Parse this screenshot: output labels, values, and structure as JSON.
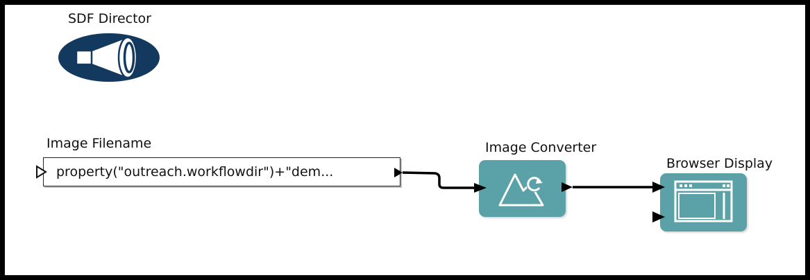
{
  "director": {
    "label": "SDF Director",
    "icon": "megaphone-icon",
    "color": "#13395e"
  },
  "actors": {
    "image_filename": {
      "label": "Image Filename",
      "expression": "property(\"outreach.workflowdir\")+\"dem..."
    },
    "image_converter": {
      "label": "Image Converter",
      "icon": "image-convert-icon"
    },
    "browser_display": {
      "label": "Browser Display",
      "icon": "browser-window-icon"
    }
  },
  "colors": {
    "actor_fill": "#5aa1a8",
    "wire": "#000000",
    "background": "#ffffff",
    "border": "#000000"
  }
}
